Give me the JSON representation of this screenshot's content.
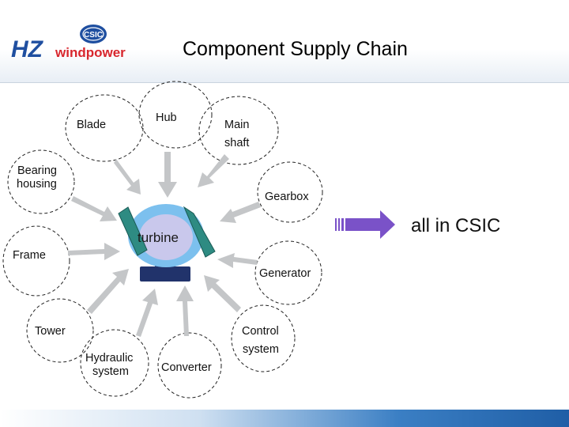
{
  "header": {
    "title": "Component Supply Chain",
    "logo_text_hz": "HZ",
    "logo_text_windpower": "windpower",
    "logo_badge": "CSIC"
  },
  "diagram": {
    "center_label": "turbine",
    "components": {
      "blade": "Blade",
      "hub": "Hub",
      "main_shaft_line1": "Main",
      "main_shaft_line2": "shaft",
      "bearing_line1": "Bearing",
      "bearing_line2": "housing",
      "gearbox": "Gearbox",
      "frame": "Frame",
      "generator": "Generator",
      "tower": "Tower",
      "control_line1": "Control",
      "control_line2": "system",
      "hydraulic_line1": "Hydraulic",
      "hydraulic_line2": "system",
      "converter": "Converter"
    },
    "conclusion": "all in CSIC"
  },
  "colors": {
    "brand_blue": "#1f4fa0",
    "brand_red": "#d8262d",
    "hub_light_blue": "#7cc0ee",
    "hub_inner": "#c9c8ec",
    "blade_green": "#2e8b82",
    "base_navy": "#21336b",
    "arrow_gray": "#c4c6c8"
  }
}
